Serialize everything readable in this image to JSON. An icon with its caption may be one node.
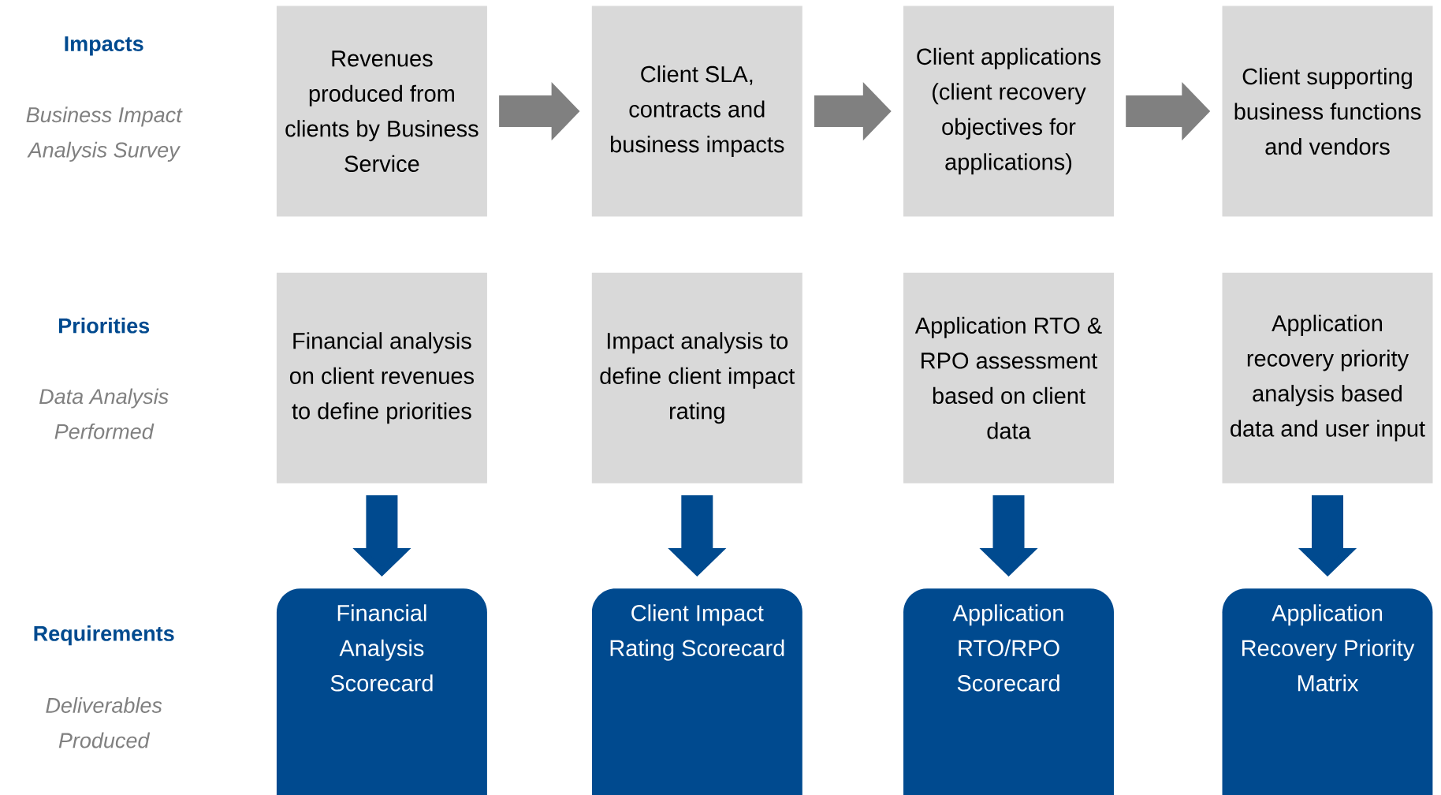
{
  "diagram": {
    "nodes": [
      {
        "text": [
          "Revenues produced from clients by Business Service"
        ]
      },
      {
        "text": [
          "Client SLA, contracts and business impacts"
        ]
      },
      {
        "text": [
          "Client applications (client recovery objectives for applications)"
        ]
      },
      {
        "text": [
          "Client supporting business functions and vendors"
        ]
      },
      {
        "text": [
          "Financial analysis on client revenues to define priorities"
        ]
      },
      {
        "text": [
          "Impact analysis to define client impact rating"
        ]
      },
      {
        "text": [
          "Application RTO & RPO assessment based on client data"
        ]
      },
      {
        "text": [
          "Application recovery priority analysis based data and user input"
        ]
      },
      {
        "text": [
          "Financial Analysis Scorecard"
        ]
      },
      {
        "text": [
          "Client Impact Rating Scorecard"
        ]
      },
      {
        "text": [
          "Application RTO/RPO Scorecard"
        ]
      },
      {
        "text": [
          "Application Recovery Priority Matrix"
        ]
      }
    ],
    "edges": [
      {
        "from": 0,
        "to": 1,
        "arrow": "to",
        "color": "#808080"
      },
      {
        "from": 1,
        "to": 2,
        "arrow": "to",
        "color": "#808080"
      },
      {
        "from": 2,
        "to": 3,
        "arrow": "to",
        "color": "#808080"
      },
      {
        "from": 4,
        "to": 8,
        "arrow": "to",
        "color": "#004a8f"
      },
      {
        "from": 5,
        "to": 9,
        "arrow": "to",
        "color": "#004a8f"
      },
      {
        "from": 6,
        "to": 10,
        "arrow": "to",
        "color": "#004a8f"
      },
      {
        "from": 7,
        "to": 11,
        "arrow": "to",
        "color": "#004a8f"
      }
    ],
    "labels": [
      "Impacts",
      "Business Impact Analysis Survey",
      "Priorities",
      "Data Analysis Performed",
      "Requirements",
      "Deliverables Produced"
    ]
  }
}
